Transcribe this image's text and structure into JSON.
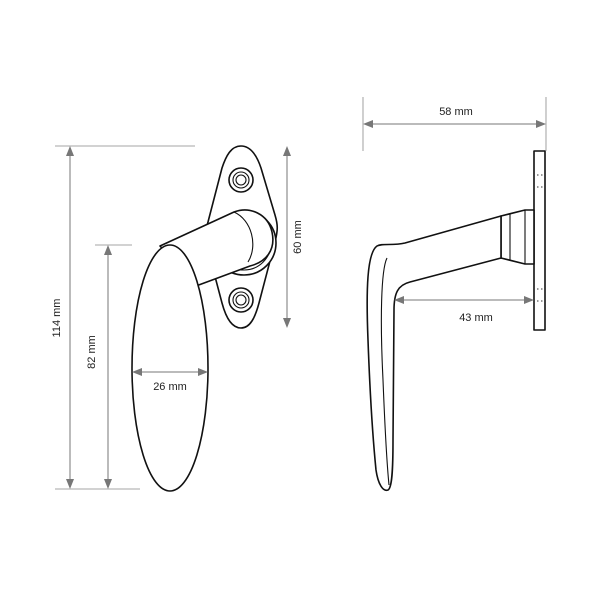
{
  "dimensions": {
    "front_total_height": "114 mm",
    "front_lever_height": "82 mm",
    "front_lever_width": "26 mm",
    "front_base_height": "60 mm",
    "side_total_depth": "58 mm",
    "side_lever_reach": "43 mm"
  }
}
